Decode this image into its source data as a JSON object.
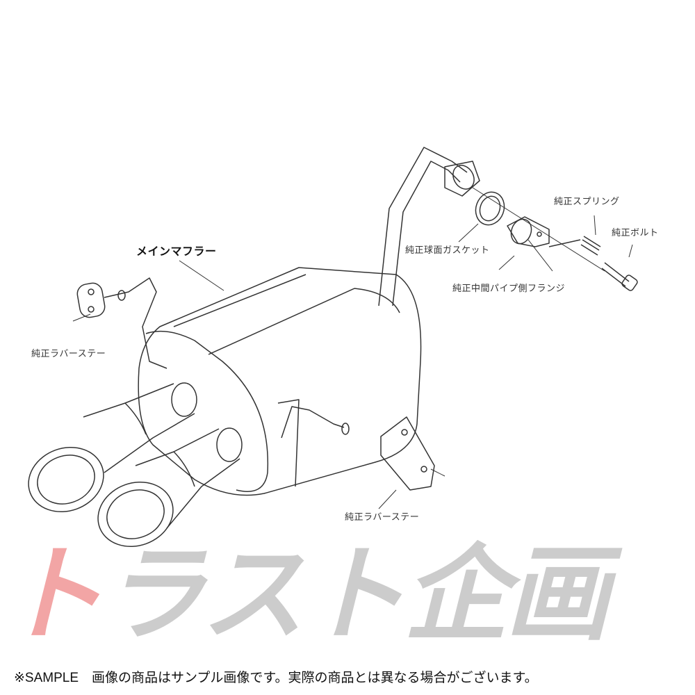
{
  "labels": {
    "main_muffler": "メインマフラー",
    "rubber_stay_left": "純正ラバーステー",
    "rubber_stay_right": "純正ラバーステー",
    "gasket": "純正球面ガスケット",
    "spring": "純正スプリング",
    "bolt": "純正ボルト",
    "flange": "純正中間パイプ側フランジ"
  },
  "watermark": {
    "first": "ト",
    "rest": "ラスト企画"
  },
  "footer": "※SAMPLE　画像の商品はサンプル画像です。実際の商品とは異なる場合がございます。",
  "colors": {
    "line": "#333333",
    "watermark_red": "#ee8888",
    "watermark_gray": "#bbbbbb"
  }
}
